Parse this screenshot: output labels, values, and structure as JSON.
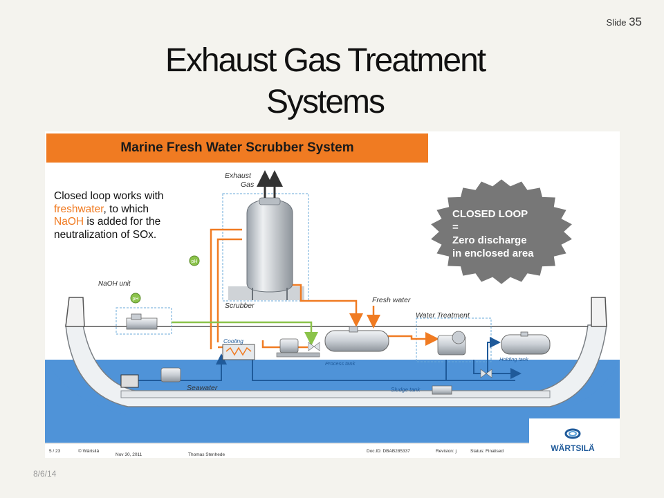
{
  "slide": {
    "label": "Slide",
    "number": "35",
    "title_line1": "Exhaust Gas Treatment",
    "title_line2": "Systems",
    "date": "8/6/14"
  },
  "diagram": {
    "banner": "Marine Fresh Water Scrubber System",
    "description": {
      "part1": "Closed loop works with",
      "freshwater": "freshwater",
      "part2": ", to which",
      "naoh": "NaOH",
      "part3": "is added for the",
      "part4": "neutralization of SOx."
    },
    "badge": {
      "line1": "CLOSED LOOP",
      "line2": "=",
      "line3": "Zero discharge",
      "line4": "in enclosed area"
    },
    "labels": {
      "exhaust": "Exhaust",
      "gas": "Gas",
      "scrubber": "Scrubber",
      "naoh_unit": "NaOH unit",
      "ph": "pH",
      "fresh_water": "Fresh water",
      "water_treatment": "Water Treatment",
      "cooling": "Cooling",
      "process_tank": "Process tank",
      "holding_tank": "Holding tank",
      "sludge_tank": "Sludge tank",
      "seawater": "Seawater"
    },
    "footer": {
      "page": "5 / 23",
      "copyright": "© Wärtsilä",
      "date": "Nov 30, 2011",
      "author": "Thomas Stenhede",
      "doc_id": "Doc.ID: DBAB285337",
      "revision": "Revision: j",
      "status": "Status: Finalised"
    },
    "logo_text": "WÄRTSILÄ",
    "colors": {
      "orange": "#f07b22",
      "blue_pipe": "#1f5a9a",
      "green_pipe": "#8bc34a",
      "water": "#4f93d8",
      "badge": "#777777"
    }
  }
}
